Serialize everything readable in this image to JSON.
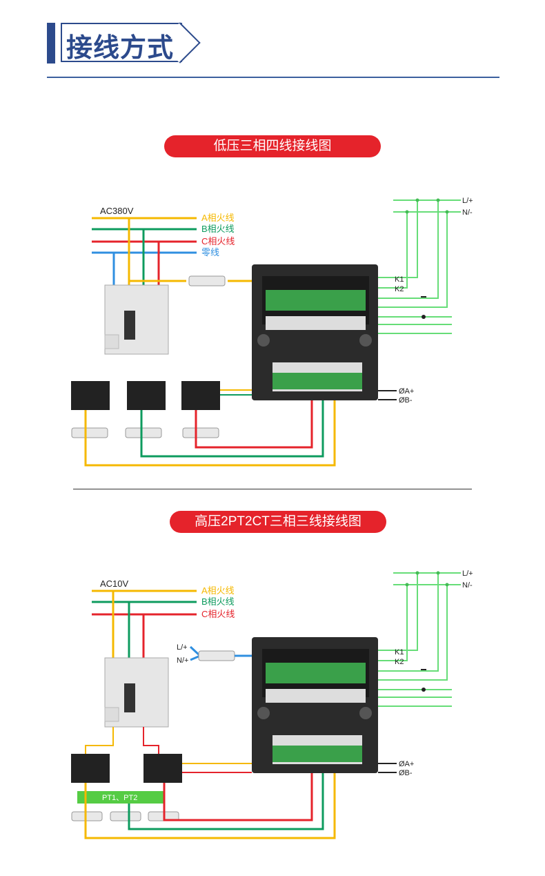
{
  "header": {
    "title": "接线方式"
  },
  "sections": [
    {
      "title": "低压三相四线接线图",
      "voltage_label": "AC380V",
      "lines": [
        {
          "label": "A相火线",
          "color": "#f5b800"
        },
        {
          "label": "B相火线",
          "color": "#0d9b5e"
        },
        {
          "label": "C相火线",
          "color": "#e5232b"
        },
        {
          "label": "零线",
          "color": "#2f8fe0"
        }
      ],
      "power_labels": [
        "L/+",
        "N/-"
      ],
      "relay_labels": [
        "K1",
        "K2"
      ],
      "comm_labels": [
        "ØA+",
        "ØB-"
      ]
    },
    {
      "title": "高压2PT2CT三相三线接线图",
      "voltage_label": "AC10V",
      "lines": [
        {
          "label": "A相火线",
          "color": "#f5b800"
        },
        {
          "label": "B相火线",
          "color": "#0d9b5e"
        },
        {
          "label": "C相火线",
          "color": "#e5232b"
        }
      ],
      "aux_power_labels": [
        "L/+",
        "N/+"
      ],
      "pt_label": "PT1、PT2",
      "power_labels": [
        "L/+",
        "N/-"
      ],
      "relay_labels": [
        "K1",
        "K2"
      ],
      "comm_labels": [
        "ØA+",
        "ØB-"
      ]
    }
  ],
  "colors": {
    "header": "#2c4a8c",
    "pill": "#e5232b",
    "aux_wire": "#66dd77",
    "pt_bar": "#55cc44"
  }
}
